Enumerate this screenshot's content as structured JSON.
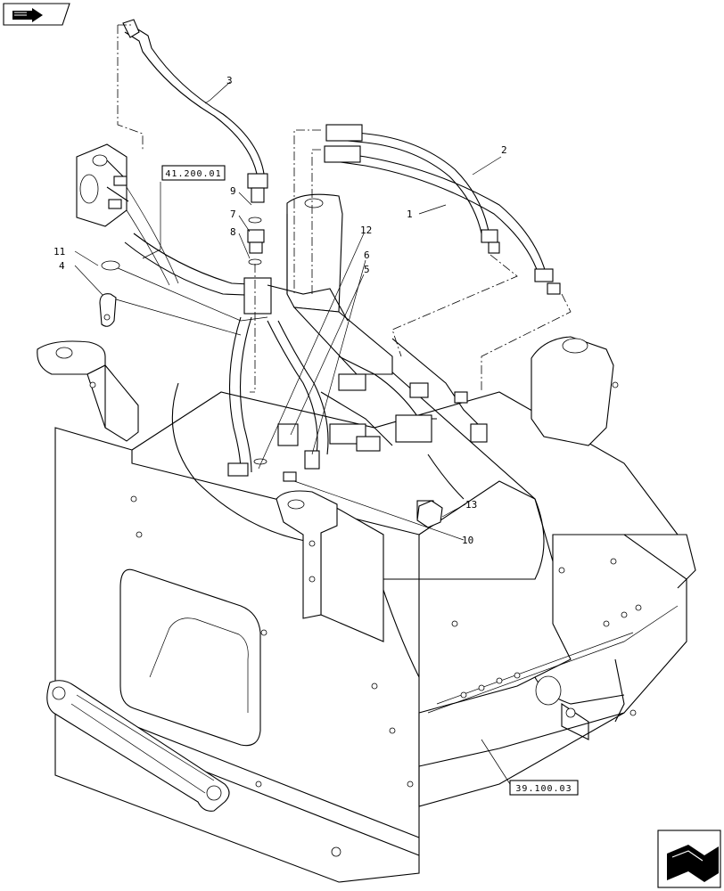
{
  "nav": {
    "prev_icon": "book-arrow-icon",
    "next_icon": "page-forward-arrow-icon"
  },
  "references": {
    "ref_top": "41.200.01",
    "ref_bottom": "39.100.03"
  },
  "callouts": {
    "c1": "1",
    "c2": "2",
    "c3": "3",
    "c4": "4",
    "c5": "5",
    "c6": "6",
    "c7": "7",
    "c8": "8",
    "c9": "9",
    "c10": "10",
    "c11": "11",
    "c12": "12",
    "c13": "13"
  }
}
